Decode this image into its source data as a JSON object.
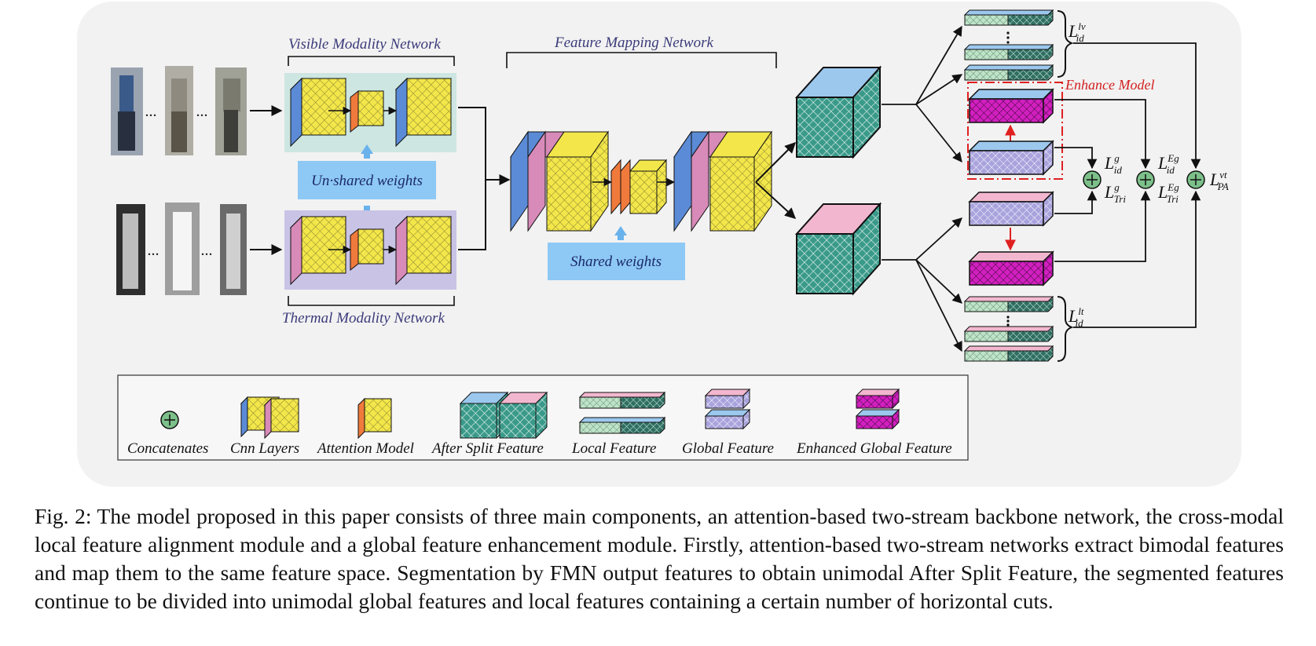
{
  "figure": {
    "network_labels": {
      "visible": "Visible Modality Network",
      "thermal": "Thermal Modality Network",
      "fmn": "Feature Mapping Network"
    },
    "weights": {
      "unshared": "Un·shared weights",
      "shared": "Shared weights"
    },
    "enhance_label": "Enhance Model",
    "ellipsis": "...",
    "losses": {
      "id_lv": {
        "base": "L",
        "sub": "id",
        "sup": "lv"
      },
      "id_lt": {
        "base": "L",
        "sub": "id",
        "sup": "lt"
      },
      "id_g": {
        "base": "L",
        "sub": "id",
        "sup": "g"
      },
      "tri_g": {
        "base": "L",
        "sub": "Tri",
        "sup": "g"
      },
      "id_eg": {
        "base": "L",
        "sub": "id",
        "sup": "Eg"
      },
      "tri_eg": {
        "base": "L",
        "sub": "Tri",
        "sup": "Eg"
      },
      "pa_vt": {
        "base": "L",
        "sub": "PA",
        "sup": "vt"
      }
    },
    "legend": [
      "Concatenates",
      "Cnn Layers",
      "Attention Model",
      "After Split Feature",
      "Local Feature",
      "Global Feature",
      "Enhanced Global Feature"
    ],
    "colors": {
      "panel_bg": "#f2f2f2",
      "visible_box": "#cde6e2",
      "thermal_box": "#c9c3e6",
      "weights_box": "#8ec8f5",
      "cnn_face": "#f2e64a",
      "cnn_side_blue": "#5b8bd6",
      "cnn_side_pink": "#d88ab8",
      "attention": "#f07a3c",
      "split_face": "#3a9a8a",
      "split_top_blue": "#9cc8ee",
      "split_top_pink": "#f2b7cf",
      "local": "#bfe3c8",
      "global": "#a9a3dd",
      "enhanced": "#d21fc0",
      "enhance_dash": "#e02020",
      "plus": "#7cc08a"
    }
  },
  "caption": "Fig. 2: The model proposed in this paper consists of three main components, an attention-based two-stream backbone network, the cross-modal local feature alignment module and a global feature enhancement module. Firstly, attention-based two-stream networks extract bimodal features and map them to the same feature space. Segmentation by FMN output features to obtain unimodal After Split Feature, the segmented features continue to be divided into unimodal global features and local features containing a certain number of horizontal cuts."
}
